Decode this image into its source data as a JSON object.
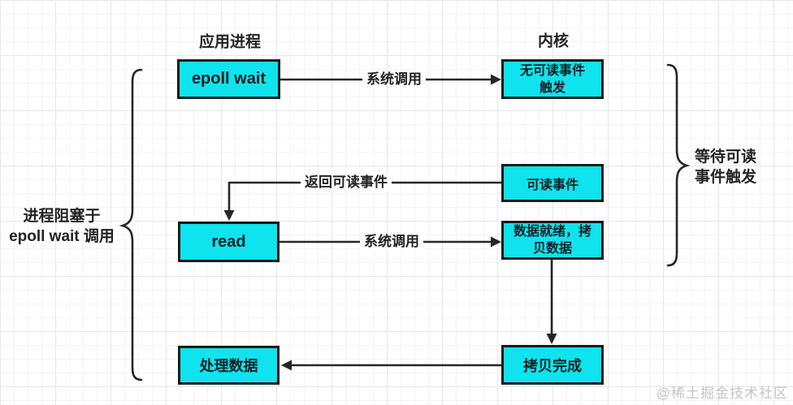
{
  "colors": {
    "node_fill": "#0FE3EE",
    "node_border": "#1A1A1A",
    "connector": "#262626",
    "watermark": "#C6C6C6"
  },
  "headers": {
    "app_process": "应用进程",
    "kernel": "内核"
  },
  "nodes": {
    "epoll_wait": {
      "label": "epoll wait"
    },
    "no_readable_event": {
      "line1": "无可读事件",
      "line2": "触发"
    },
    "readable_event": {
      "label": "可读事件"
    },
    "read": {
      "label": "read"
    },
    "data_ready": {
      "line1": "数据就绪，拷",
      "line2": "贝数据"
    },
    "process_data": {
      "label": "处理数据"
    },
    "copy_done": {
      "label": "拷贝完成"
    }
  },
  "edges": {
    "syscall_top": "系统调用",
    "return_readable": "返回可读事件",
    "syscall_mid": "系统调用"
  },
  "braces": {
    "left": {
      "line1": "进程阻塞于",
      "line2": "epoll wait 调用"
    },
    "right": {
      "line1": "等待可读",
      "line2": "事件触发"
    }
  },
  "watermark": "@稀土掘金技术社区"
}
